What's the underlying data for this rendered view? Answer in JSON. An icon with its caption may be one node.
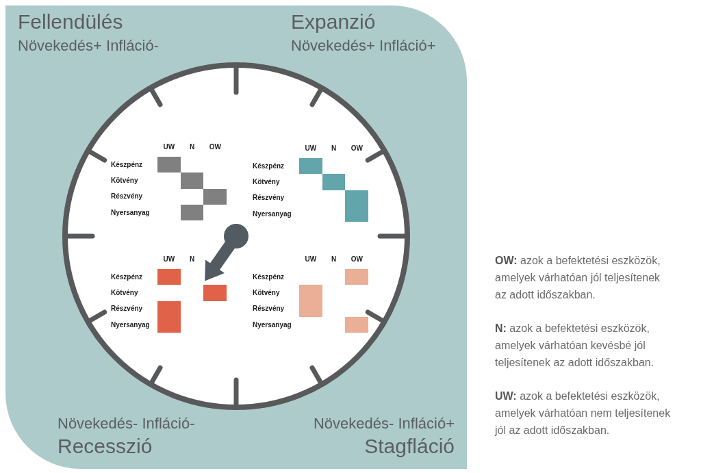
{
  "diagram": {
    "nodes": [
      {
        "text": [],
        "shape": "circle"
      },
      {
        "text": [],
        "shape": "box",
        "in": 0
      },
      {
        "text": [],
        "shape": "box",
        "in": 0
      },
      {
        "text": [],
        "shape": "box",
        "in": 0
      },
      {
        "text": [],
        "shape": "box",
        "in": 0
      },
      {
        "text": [],
        "shape": "box",
        "in": 0
      },
      {
        "text": [],
        "shape": "box",
        "in": 0
      },
      {
        "text": [],
        "shape": "box",
        "in": 0
      },
      {
        "text": [],
        "shape": "box",
        "in": 0
      },
      {
        "text": [],
        "shape": "box",
        "in": 0
      },
      {
        "text": [],
        "shape": "box",
        "in": 0
      },
      {
        "text": [],
        "shape": "box",
        "in": 0
      },
      {
        "text": [],
        "shape": "box",
        "in": 0
      },
      {
        "text": [],
        "shape": "box",
        "in": 0
      }
    ],
    "labels": [
      "Fellendülés",
      "Növekedés+ Infláció-",
      "Expanzió",
      "Növekedés+ Infláció+",
      "UW",
      "N",
      "OW",
      "Készpénz",
      "Kötvény",
      "Részvény",
      "Nyersanyag",
      "UW",
      "N",
      "OW",
      "Készpénz",
      "Kötvény",
      "Részvény",
      "Nyersanyag",
      "UW",
      "N",
      "Készpénz",
      "Kötvény",
      "Részvény",
      "Nyersanyag",
      "UW",
      "N",
      "OW",
      "Készpénz",
      "Kötvény",
      "Részvény",
      "Nyersanyag",
      "Növekedés- Infláció-",
      "Recesszió",
      "Növekedés- Infláció+",
      "Stagfláció",
      "**OW:** azok a befektetési eszközök, amelyek várhatóan jól teljesítenek az adott időszakban.",
      "**N:** azok a befektetési eszközök, amelyek várhatóan kevésbé jól teljesítenek az adott időszakban.",
      "**UW:** azok a befektetési eszközök, amelyek várhatóan nem teljesítenek jól az adott időszakban."
    ]
  }
}
